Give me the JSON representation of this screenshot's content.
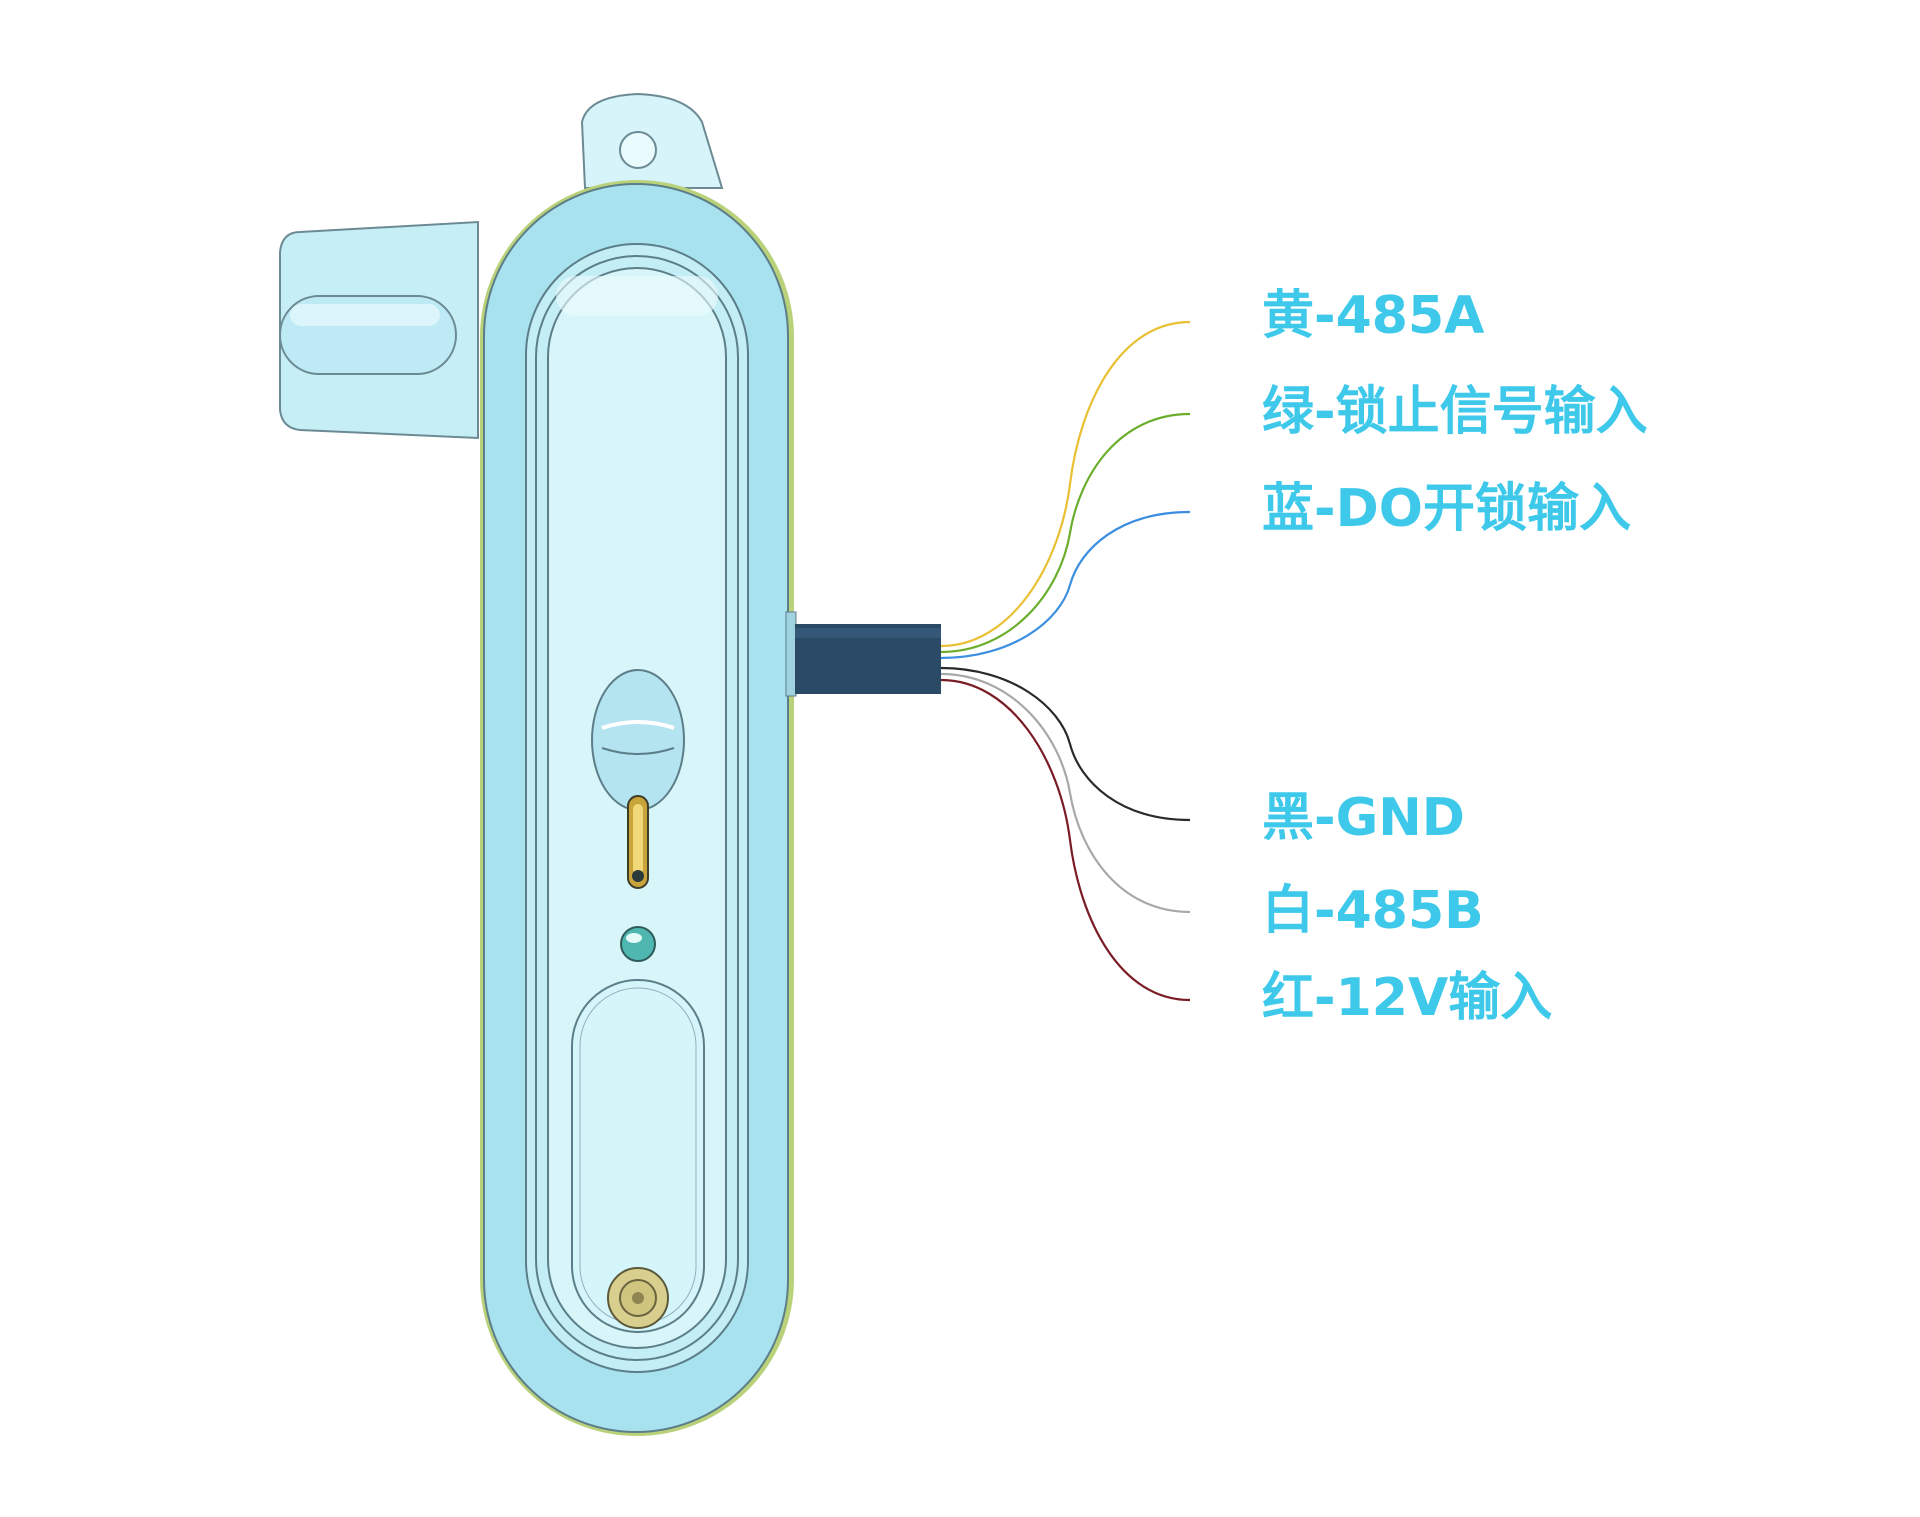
{
  "colors": {
    "label_text": "#3ec9ea",
    "body_fill": "#d2f3f8",
    "body_outer": "#a9e2ef",
    "body_rim": "#b9d27a",
    "cable": "#2b4a66",
    "wire_yellow": "#e9c033",
    "wire_green": "#6aae2c",
    "wire_blue": "#3c8fe0",
    "wire_black": "#2a2a2a",
    "wire_white": "#a8a8a8",
    "wire_red": "#7a1c24"
  },
  "wires": [
    {
      "id": "yellow",
      "label": "黄-485A",
      "color": "#e9c033"
    },
    {
      "id": "green",
      "label": "绿-锁止信号输入",
      "color": "#6aae2c"
    },
    {
      "id": "blue",
      "label": "蓝-DO开锁输入",
      "color": "#3c8fe0"
    },
    {
      "id": "black",
      "label": "黑-GND",
      "color": "#2a2a2a"
    },
    {
      "id": "white",
      "label": "白-485B",
      "color": "#a8a8a8"
    },
    {
      "id": "red",
      "label": "红-12V输入",
      "color": "#7a1c24"
    }
  ]
}
